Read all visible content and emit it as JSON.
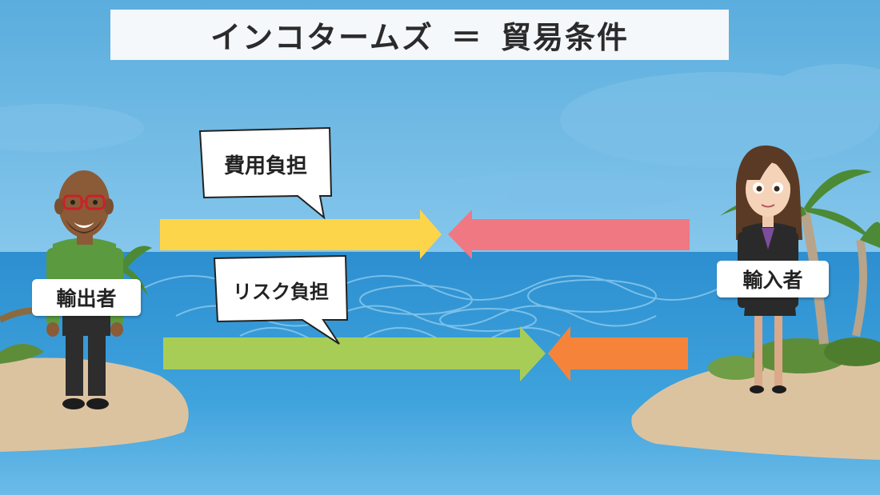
{
  "title": {
    "left": "インコタームズ",
    "equals": "＝",
    "right": "貿易条件"
  },
  "bubbles": {
    "cost": "費用負担",
    "risk": "リスク負担"
  },
  "labels": {
    "exporter": "輸出者",
    "importer": "輸入者"
  },
  "colors": {
    "sky": "#6ab6e2",
    "sea": "#3f9fd6",
    "cost_arrow_exporter": "#fdd54a",
    "cost_arrow_importer": "#ef7883",
    "risk_arrow_exporter": "#a8cd56",
    "risk_arrow_importer": "#f5843a",
    "sand": "#dcc3a0"
  }
}
